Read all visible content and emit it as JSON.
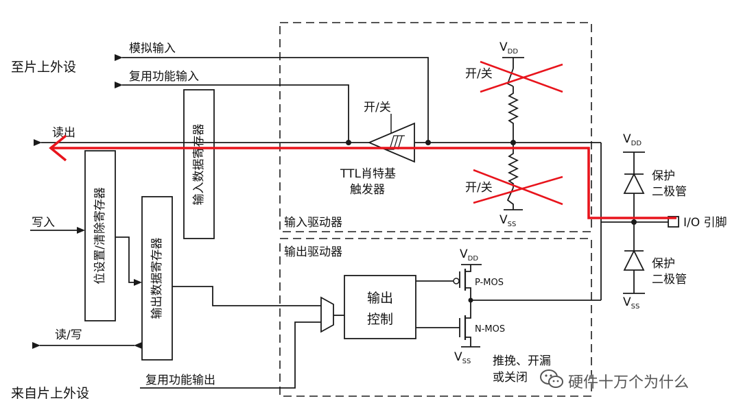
{
  "labels": {
    "to_peripheral": "至片上外设",
    "from_peripheral": "来自片上外设",
    "analog_input": "模拟输入",
    "alt_func_input": "复用功能输入",
    "read_out": "读出",
    "write_in": "写入",
    "read_write": "读/写",
    "alt_func_output": "复用功能输出",
    "on_off_schmitt": "开/关",
    "ttl_schmitt_1": "TTL肖特基",
    "ttl_schmitt_2": "触发器",
    "on_off_pullup": "开/关",
    "on_off_pulldown": "开/关",
    "input_driver": "输入驱动器",
    "output_driver": "输出驱动器",
    "input_data_register": "输入数据寄存器",
    "bit_set_reset_register": "位设置/清除寄存器",
    "output_data_register": "输出数据寄存器",
    "output_control_1": "输出",
    "output_control_2": "控制",
    "p_mos": "P-MOS",
    "n_mos": "N-MOS",
    "push_pull_1": "推挽、开漏",
    "push_pull_2": "或关闭",
    "protect_1a": "保护",
    "protect_1b": "二极管",
    "protect_2a": "保护",
    "protect_2b": "二极管",
    "io_pin": "I/O 引脚",
    "v": "V",
    "dd": "DD",
    "ss": "SS"
  },
  "watermark": "硬件十万个为什么",
  "colors": {
    "line": "#1a1a1a",
    "highlight": "#e8141c",
    "background": "#ffffff"
  }
}
